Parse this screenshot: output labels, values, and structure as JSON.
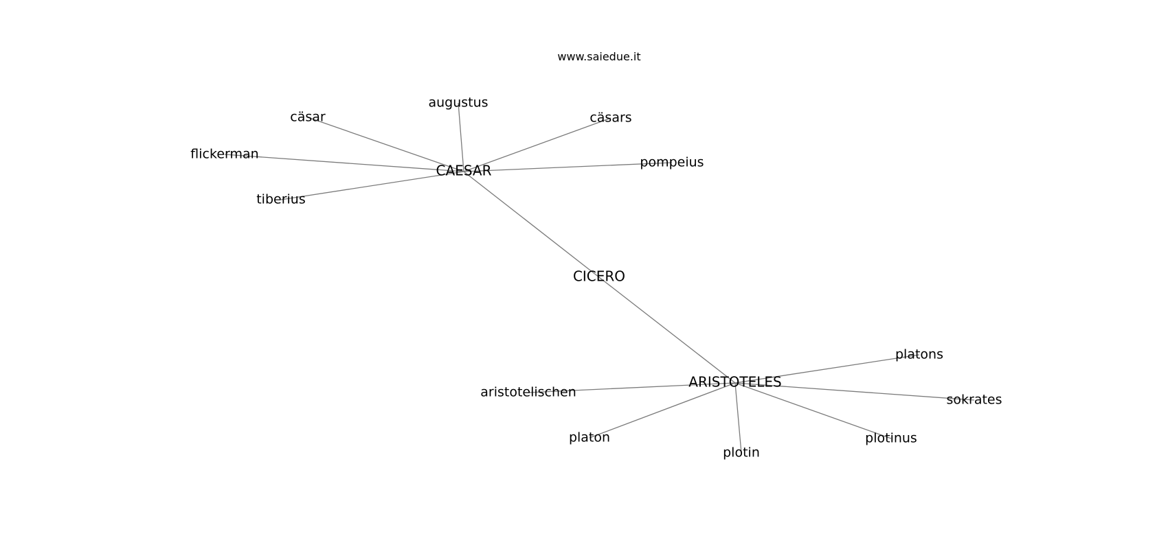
{
  "site": "www.saiedue.it",
  "nodes": [
    {
      "id": "caesar",
      "label": "CAESAR",
      "hub": true
    },
    {
      "id": "cicero",
      "label": "CICERO",
      "hub": true
    },
    {
      "id": "aristoteles",
      "label": "ARISTOTELES",
      "hub": true
    },
    {
      "id": "augustus",
      "label": "augustus"
    },
    {
      "id": "casar",
      "label": "cäsar"
    },
    {
      "id": "casars",
      "label": "cäsars"
    },
    {
      "id": "flickerman",
      "label": "flickerman"
    },
    {
      "id": "pompeius",
      "label": "pompeius"
    },
    {
      "id": "tiberius",
      "label": "tiberius"
    },
    {
      "id": "platons",
      "label": "platons"
    },
    {
      "id": "aristotelischen",
      "label": "aristotelischen"
    },
    {
      "id": "sokrates",
      "label": "sokrates"
    },
    {
      "id": "platon",
      "label": "platon"
    },
    {
      "id": "plotin",
      "label": "plotin"
    },
    {
      "id": "plotinus",
      "label": "plotinus"
    }
  ],
  "edges": [
    [
      "caesar",
      "augustus"
    ],
    [
      "caesar",
      "casar"
    ],
    [
      "caesar",
      "casars"
    ],
    [
      "caesar",
      "flickerman"
    ],
    [
      "caesar",
      "pompeius"
    ],
    [
      "caesar",
      "tiberius"
    ],
    [
      "caesar",
      "cicero"
    ],
    [
      "cicero",
      "aristoteles"
    ],
    [
      "aristoteles",
      "platons"
    ],
    [
      "aristoteles",
      "aristotelischen"
    ],
    [
      "aristoteles",
      "sokrates"
    ],
    [
      "aristoteles",
      "platon"
    ],
    [
      "aristoteles",
      "plotin"
    ],
    [
      "aristoteles",
      "plotinus"
    ]
  ]
}
